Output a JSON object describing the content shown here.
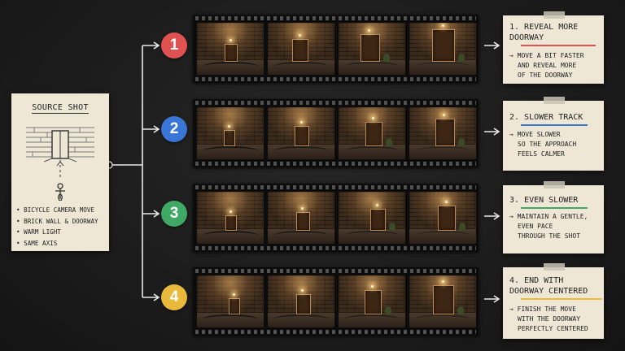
{
  "source": {
    "title": "SOURCE SHOT",
    "bullets": [
      "BICYCLE CAMERA MOVE",
      "BRICK WALL & DOORWAY",
      "WARM LIGHT",
      "SAME AXIS"
    ]
  },
  "rows": [
    {
      "number": "1",
      "color": "#e05252",
      "title_lines": [
        "1. REVEAL MORE",
        "DOORWAY"
      ],
      "underline_color": "#e05252",
      "body_lines": [
        "→ MOVE A BIT FASTER",
        "AND REVEAL MORE",
        "OF THE DOORWAY"
      ],
      "frame_count": 4
    },
    {
      "number": "2",
      "color": "#3a76d6",
      "title_lines": [
        "2. SLOWER TRACK"
      ],
      "underline_color": "#3a76d6",
      "body_lines": [
        "→ MOVE SLOWER",
        "SO THE APPROACH",
        "FEELS CALMER"
      ],
      "frame_count": 4
    },
    {
      "number": "3",
      "color": "#3fa865",
      "title_lines": [
        "3. EVEN SLOWER"
      ],
      "underline_color": "#3fa865",
      "body_lines": [
        "→ MAINTAIN A GENTLE,",
        "EVEN PACE",
        "THROUGH THE SHOT"
      ],
      "frame_count": 4
    },
    {
      "number": "4",
      "color": "#e8b93a",
      "title_lines": [
        "4. END WITH",
        "DOORWAY CENTERED"
      ],
      "underline_color": "#e8b93a",
      "body_lines": [
        "→ FINISH THE MOVE",
        "WITH THE DOORWAY",
        "PERFECTLY CENTERED"
      ],
      "frame_count": 4
    }
  ],
  "icons": [
    "arrow-right-icon",
    "tape-icon",
    "bicycle-icon",
    "doorway-icon"
  ]
}
